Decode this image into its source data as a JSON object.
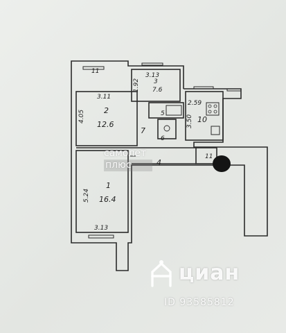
{
  "floor_plan": {
    "rooms": [
      {
        "number": "1",
        "area": "16.4"
      },
      {
        "number": "2",
        "area": "12.6"
      },
      {
        "number": "3",
        "area": "7.6"
      },
      {
        "number": "4",
        "area": ""
      },
      {
        "number": "5",
        "area": ""
      },
      {
        "number": "6",
        "area": ""
      },
      {
        "number": "7",
        "area": ""
      },
      {
        "number": "10",
        "area": ""
      },
      {
        "number": "11",
        "area": ""
      }
    ],
    "dimensions": {
      "balcony_top": "11",
      "room2_width": "3.11",
      "room2_height": "4.05",
      "room1_height": "5.24",
      "room1_width": "3.13",
      "room3_width": "3.13",
      "room3_side": "1.92",
      "kitchen_width": "2.59",
      "kitchen_height": "3.50"
    }
  },
  "watermarks": {
    "overlay_line1": "самолет",
    "overlay_line2": "плюс",
    "brand": "циан",
    "listing_id": "ID 93585812"
  },
  "colors": {
    "paper": "#e9ebe8",
    "ink": "#1e1e1e",
    "watermark": "#ffffff"
  }
}
